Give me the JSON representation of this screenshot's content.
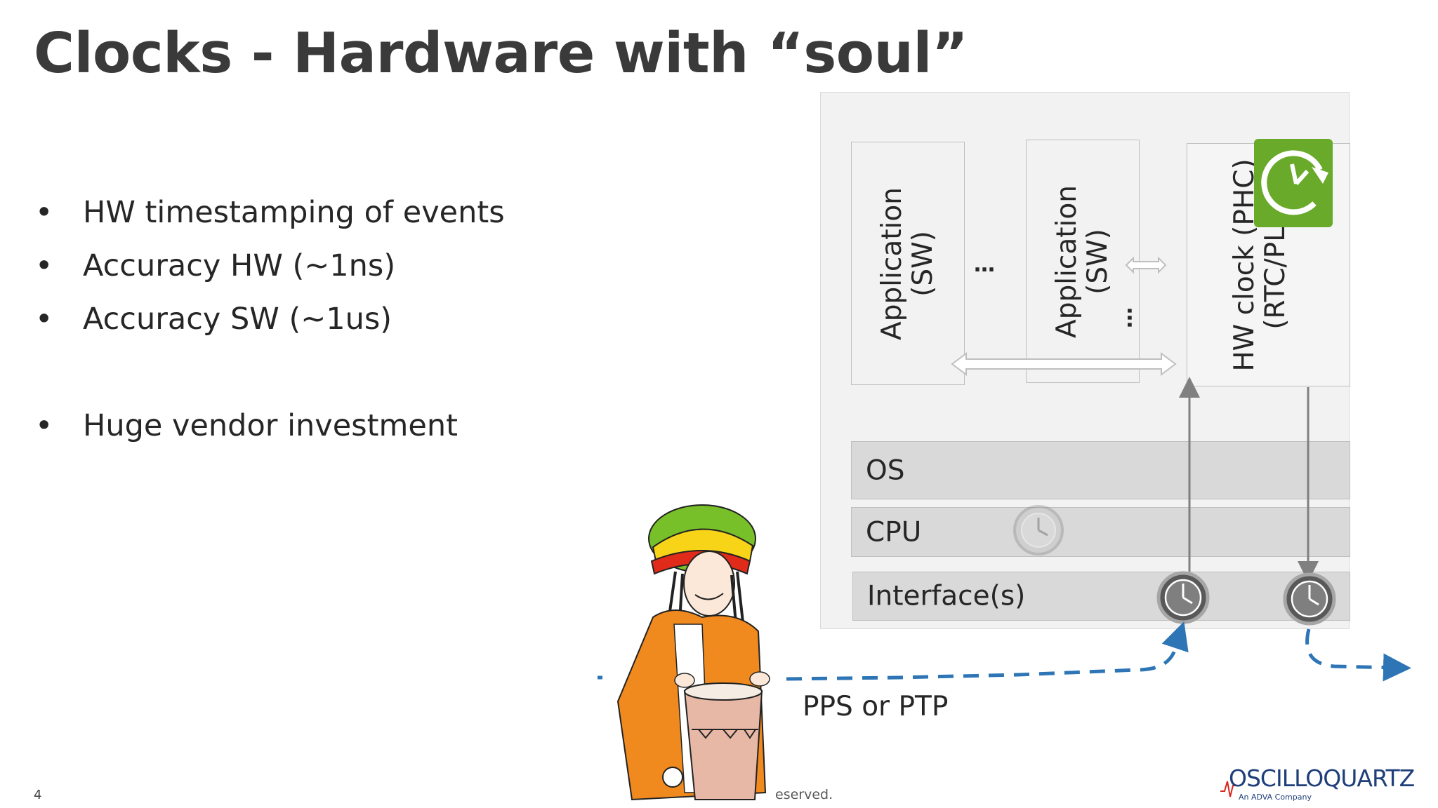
{
  "slide": {
    "title": "Clocks - Hardware with “soul”",
    "bullets": [
      {
        "marker": "•",
        "text": "HW timestamping of events"
      },
      {
        "marker": "•",
        "text": "Accuracy HW (~1ns)"
      },
      {
        "marker": "•",
        "text": "Accuracy SW (~1us)"
      },
      {
        "marker": "•",
        "text": "Huge vendor investment"
      }
    ],
    "page_number": "4",
    "copyright_fragment": "eserved."
  },
  "diagram": {
    "app1": {
      "line1": "Application",
      "line2": "(SW)"
    },
    "app2": {
      "line1": "Application",
      "line2": "(SW)"
    },
    "hwclock": {
      "line1": "HW clock (PHC)",
      "line2": "(RTC/PLL)"
    },
    "dots": "…",
    "layers": {
      "os": "OS",
      "cpu": "CPU",
      "interface": "Interface(s)"
    },
    "signal_label": "PPS or PTP",
    "icons": [
      "clock-refresh-icon",
      "clock-icon",
      "drummer-illustration"
    ],
    "colors": {
      "signal": "#2e75b6",
      "clock_badge": "#6aaa2a",
      "panel": "#f2f2f2",
      "layer": "#d9d9d9"
    }
  },
  "logo": {
    "name": "OSCILLOQUARTZ",
    "tagline": "An ADVA Company",
    "color": "#1f3f7a"
  }
}
